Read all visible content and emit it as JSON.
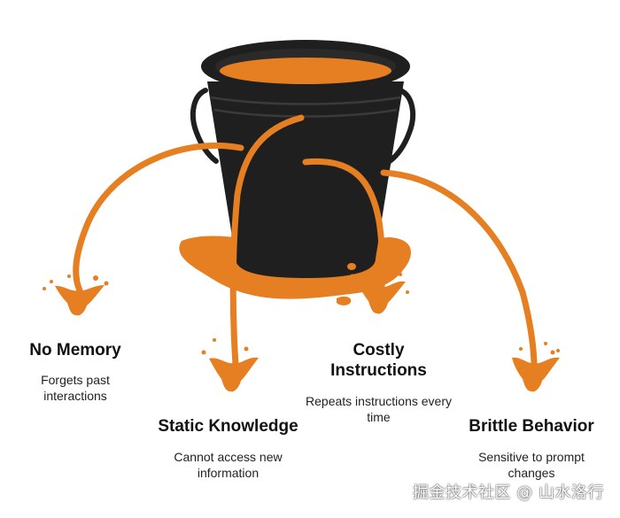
{
  "colors": {
    "orange": "#E67E22",
    "bucket": "#1f1f1f"
  },
  "leaks": [
    {
      "title": "No Memory",
      "description": "Forgets past interactions"
    },
    {
      "title": "Static Knowledge",
      "description": "Cannot access new information"
    },
    {
      "title": "Costly Instructions",
      "description": "Repeats instructions every time"
    },
    {
      "title": "Brittle Behavior",
      "description": "Sensitive to prompt changes"
    }
  ],
  "watermark": "掘金技术社区 @ 山水洛行"
}
